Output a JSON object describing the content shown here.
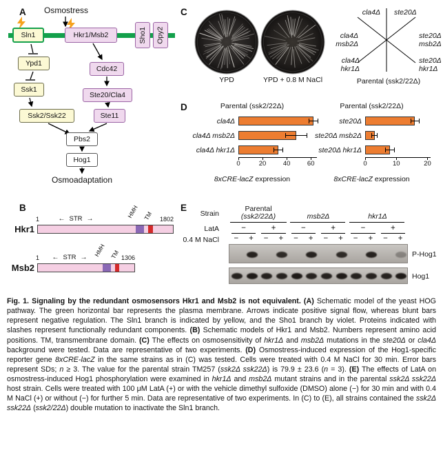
{
  "panelA": {
    "label": "A",
    "top_label": "Osmostress",
    "bottom_label": "Osmoadaptation",
    "nodes": {
      "sln1": "Sln1",
      "hkr1_msb2": "Hkr1/Msb2",
      "sho1": "Sho1",
      "opy2": "Opy2",
      "ypd1": "Ypd1",
      "cdc42": "Cdc42",
      "ssk1": "Ssk1",
      "ste20_cla4": "Ste20/Cla4",
      "ssk2_ssk22": "Ssk2/Ssk22",
      "ste11": "Ste11",
      "pbs2": "Pbs2",
      "hog1": "Hog1"
    },
    "colors": {
      "membrane": "#13a04b",
      "sln1_branch": "#fcf9d4",
      "sho1_branch": "#f0d9ee",
      "stress_bolt": "#f6a21d"
    }
  },
  "panelB": {
    "label": "B",
    "arrow_left": "←",
    "arrow_right": "→",
    "proteins": [
      {
        "name": "Hkr1",
        "start": "1",
        "end": "1802",
        "str_label": "STR",
        "hmh_label": "HMH",
        "tm_label": "TM"
      },
      {
        "name": "Msb2",
        "start": "1",
        "end": "1306",
        "str_label": "STR",
        "hmh_label": "HMH",
        "tm_label": "TM"
      }
    ]
  },
  "panelC": {
    "label": "C",
    "plate_labels": [
      "YPD",
      "YPD + 0.8 M NaCl"
    ],
    "sectors": {
      "top_left": "cla4Δ",
      "top_right": "ste20Δ",
      "mid_left_1": "cla4Δ",
      "mid_left_2": "msb2Δ",
      "mid_right_1": "ste20Δ",
      "mid_right_2": "msb2Δ",
      "bot_left_1": "cla4Δ",
      "bot_left_2": "hkr1Δ",
      "bot_right_1": "ste20Δ",
      "bot_right_2": "hkr1Δ"
    },
    "parental_label": "Parental (ssk2/22Δ)"
  },
  "panelD": {
    "label": "D"
  },
  "chart_data": [
    {
      "type": "bar",
      "orientation": "horizontal",
      "title": "Parental (ssk2/22Δ)",
      "categories": [
        "cla4Δ",
        "cla4Δ msb2Δ",
        "cla4Δ hkr1Δ"
      ],
      "values": [
        62,
        48,
        33
      ],
      "errors": [
        4,
        9,
        4
      ],
      "xticks": [
        0,
        20,
        40,
        60
      ],
      "xlim": [
        0,
        65
      ],
      "xlabel": "8xCRE-lacZ expression",
      "xlabel_italic": "8xCRE-lacZ",
      "xlabel_rest": " expression",
      "bar_color": "#ed7d31",
      "legend": "none",
      "grid": false
    },
    {
      "type": "bar",
      "orientation": "horizontal",
      "title": "Parental (ssk2/22Δ)",
      "categories": [
        "ste20Δ",
        "ste20Δ msb2Δ",
        "ste20Δ hkr1Δ"
      ],
      "values": [
        16,
        3,
        8
      ],
      "errors": [
        1.5,
        1,
        1.5
      ],
      "xticks": [
        0,
        10,
        20
      ],
      "xlim": [
        0,
        21
      ],
      "xlabel": "8xCRE-lacZ expression",
      "xlabel_italic": "8xCRE-lacZ",
      "xlabel_rest": " expression",
      "bar_color": "#ed7d31",
      "legend": "none",
      "grid": false
    }
  ],
  "panelE": {
    "label": "E",
    "strain_label": "Strain",
    "lata_label": "LatA",
    "nacl_label": "0.4 M NaCl",
    "groups": [
      {
        "name": "Parental",
        "name2": "(ssk2/22Δ)"
      },
      {
        "name": "msb2Δ",
        "name2": ""
      },
      {
        "name": "hkr1Δ",
        "name2": ""
      }
    ],
    "lata_signs": [
      "−",
      "+"
    ],
    "nacl_signs": [
      "−",
      "+",
      "−",
      "+"
    ],
    "blots": [
      {
        "label": "P-Hog1",
        "bands": [
          0,
          0.9,
          0,
          0.85,
          0,
          0.9,
          0,
          0.85,
          0,
          0.9,
          0,
          0.3
        ]
      },
      {
        "label": "Hog1",
        "bands": [
          0.9,
          0.95,
          0.9,
          0.9,
          0.95,
          0.9,
          0.9,
          0.95,
          0.9,
          0.9,
          0.9,
          0.95
        ]
      }
    ]
  },
  "caption": {
    "segments": [
      {
        "t": "Fig. 1. Signaling by the redundant osmosensors Hkr1 and Msb2 is not equivalent. ",
        "s": "b"
      },
      {
        "t": "(A)",
        "s": "b"
      },
      {
        "t": " Schematic model of the yeast HOG pathway. The green horizontal bar represents the plasma membrane. Arrows indicate positive signal flow, whereas blunt bars represent negative regulation. The Sln1 branch is indicated by yellow, and the Sho1 branch by violet. Proteins indicated with slashes represent functionally redundant components. "
      },
      {
        "t": "(B)",
        "s": "b"
      },
      {
        "t": " Schematic models of Hkr1 and Msb2. Numbers represent amino acid positions. TM, transmembrane domain. "
      },
      {
        "t": "(C)",
        "s": "b"
      },
      {
        "t": " The effects on osmosensitivity of "
      },
      {
        "t": "hkr1Δ",
        "s": "i"
      },
      {
        "t": " and "
      },
      {
        "t": "msb2Δ",
        "s": "i"
      },
      {
        "t": " mutations in the "
      },
      {
        "t": "ste20Δ",
        "s": "i"
      },
      {
        "t": " or "
      },
      {
        "t": "cla4Δ",
        "s": "i"
      },
      {
        "t": " background were tested. Data are representative of two experiments. "
      },
      {
        "t": "(D)",
        "s": "b"
      },
      {
        "t": " Osmostress-induced expression of the Hog1-specific reporter gene "
      },
      {
        "t": "8xCRE-lacZ",
        "s": "i"
      },
      {
        "t": " in the same strains as in (C) was tested. Cells were treated with 0.4 M NaCl for 30 min. Error bars represent SDs; "
      },
      {
        "t": "n",
        "s": "i"
      },
      {
        "t": " ≥ 3. The value for the parental strain TM257 ("
      },
      {
        "t": "ssk2Δ ssk22Δ",
        "s": "i"
      },
      {
        "t": ") is 79.9 ± 23.6 ("
      },
      {
        "t": "n",
        "s": "i"
      },
      {
        "t": " = 3). "
      },
      {
        "t": "(E)",
        "s": "b"
      },
      {
        "t": " The effects of LatA on osmostress-induced Hog1 phosphorylation were examined in "
      },
      {
        "t": "hkr1Δ",
        "s": "i"
      },
      {
        "t": " and "
      },
      {
        "t": "msb2Δ",
        "s": "i"
      },
      {
        "t": " mutant strains and in the parental "
      },
      {
        "t": "ssk2Δ ssk22Δ",
        "s": "i"
      },
      {
        "t": " host strain. Cells were treated with 100 μM LatA (+) or with the vehicle dimethyl sulfoxide (DMSO) alone (−) for 30 min and with 0.4 M NaCl (+) or without (−) for further 5 min. Data are representative of two experiments. In (C) to (E), all strains contained the "
      },
      {
        "t": "ssk2Δ ssk22Δ",
        "s": "i"
      },
      {
        "t": " ("
      },
      {
        "t": "ssk2/22Δ",
        "s": "i"
      },
      {
        "t": ") double mutation to inactivate the Sln1 branch."
      }
    ]
  }
}
